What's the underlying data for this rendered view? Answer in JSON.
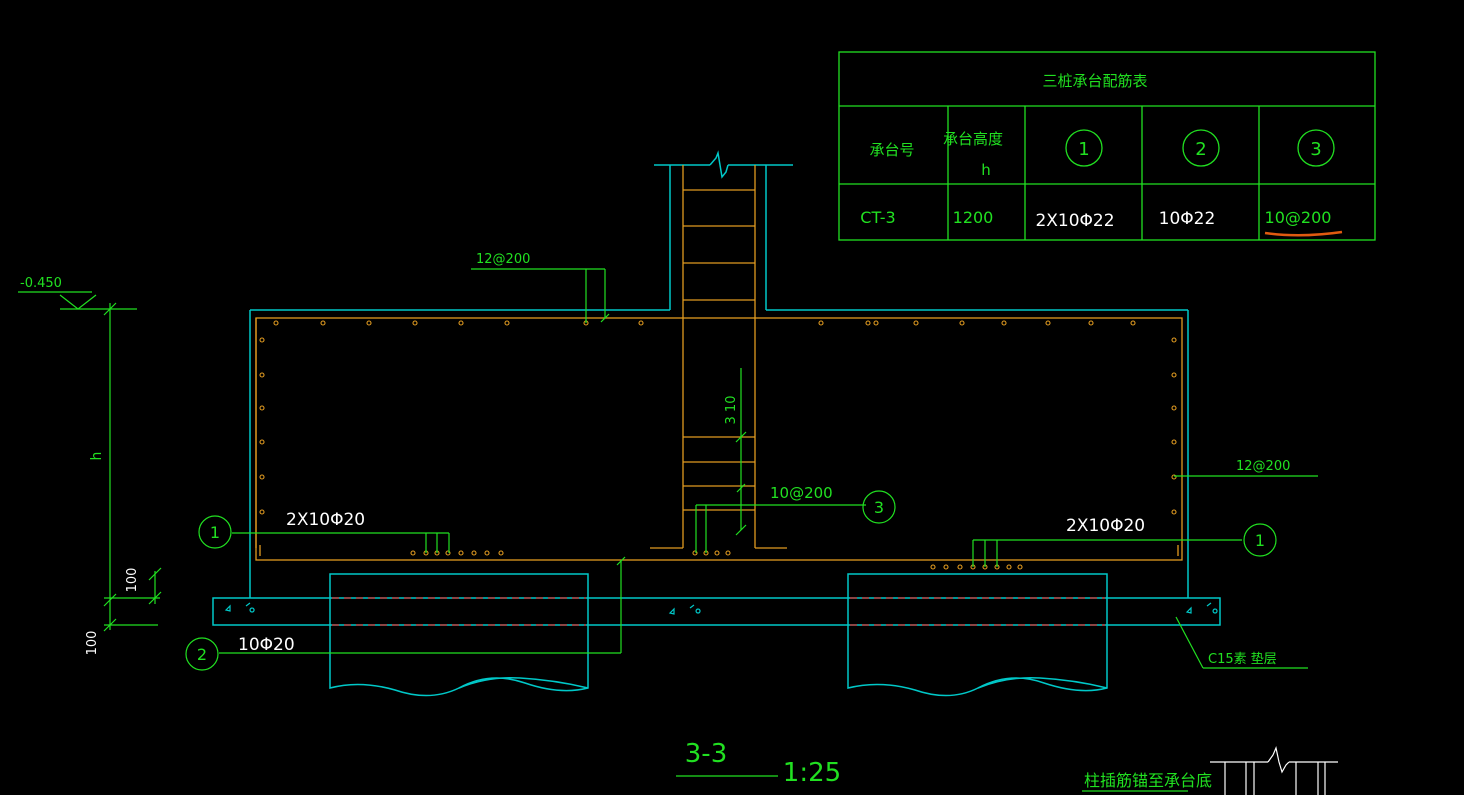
{
  "colors": {
    "background": "#000000",
    "outline": "#00c8c8",
    "rebar": "#e09a20",
    "annotation": "#21e021",
    "text_white": "#ffffff",
    "dashed_red": "#e03030",
    "highlight_underline": "#e05a10"
  },
  "table": {
    "title": "三桩承台配筋表",
    "headers": [
      "承台号",
      "承台高度",
      "h",
      "1",
      "2",
      "3"
    ],
    "row": [
      "CT-3",
      "1200",
      "2X10Φ22",
      "10Φ22",
      "10@200"
    ]
  },
  "drawing": {
    "elevation": "-0.450",
    "dim_h": "h",
    "dim_100_a": "100",
    "dim_100_b": "100",
    "dim_310": "3 10",
    "top_bar_left": "12@200",
    "side_bar_right": "12@200",
    "stirrup_label": "10@200",
    "bottom_left_label": "2X10Φ20",
    "bottom_right_label": "2X10Φ20",
    "bar2_label": "10Φ20",
    "cushion_label": "C15素 垫层",
    "callout_1": "1",
    "callout_2": "2",
    "callout_3": "3"
  },
  "footer": {
    "section_title": "3-3",
    "scale": "1:25",
    "note": "柱插筋锚至承台底"
  }
}
